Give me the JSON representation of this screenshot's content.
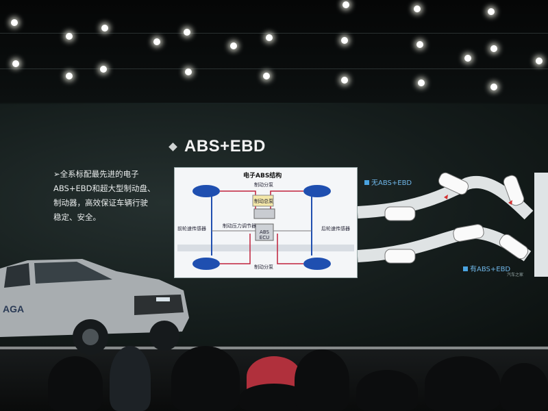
{
  "slide": {
    "title": "ABS+EBD",
    "bullet_lines": [
      "➢全系标配最先进的电子",
      "ABS+EBD和超大型制动盘、",
      "制动器，高效保证车辆行驶",
      "稳定、安全。"
    ]
  },
  "diagram": {
    "title": "电子ABS结构",
    "labels": {
      "brake_split_top": "制动分泵",
      "master_cylinder": "制动总泵",
      "pressure_regulator": "制动压力调节器",
      "ecu": "ABS ECU",
      "front_sensor": "前轮速传感器",
      "rear_sensor": "后轮速传感器",
      "brake_split_bottom": "制动分泵"
    }
  },
  "road": {
    "without_label": "无ABS+EBD",
    "with_label": "有ABS+EBD",
    "source": "汽车之家"
  },
  "truck": {
    "badge": "AGA"
  },
  "colors": {
    "wheel_blue": "#1f4fb0",
    "brake_line_red": "#c0203a",
    "label_blue": "#6fb6e8"
  }
}
